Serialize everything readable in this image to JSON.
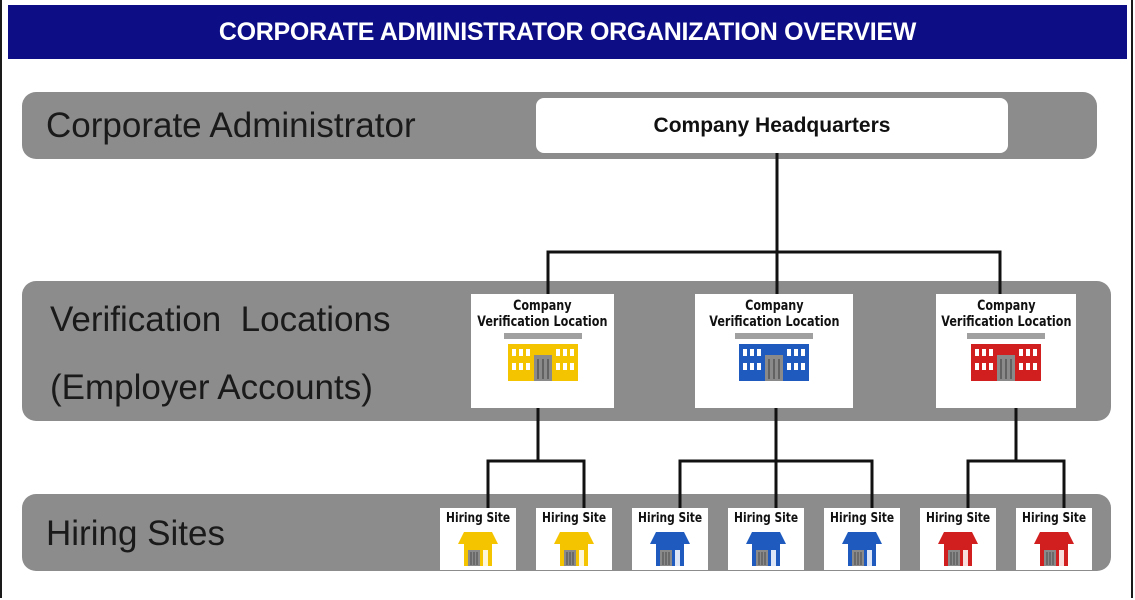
{
  "header": {
    "title": "CORPORATE ADMINISTRATOR ORGANIZATION OVERVIEW"
  },
  "tiers": {
    "corporate": {
      "label": "Corporate Administrator",
      "node": "Company Headquarters"
    },
    "verification": {
      "label_line1": "Verification  Locations",
      "label_line2": "(Employer Accounts)"
    },
    "hiring": {
      "label": "Hiring Sites"
    }
  },
  "locations": [
    {
      "line1": "Company",
      "line2": "Verification Location",
      "color": "#f5c400",
      "icon": "building-icon"
    },
    {
      "line1": "Company",
      "line2": "Verification Location",
      "color": "#1f5bbf",
      "icon": "building-icon"
    },
    {
      "line1": "Company",
      "line2": "Verification Location",
      "color": "#d11f1f",
      "icon": "building-icon"
    }
  ],
  "sites": [
    {
      "label": "Hiring Site",
      "color": "#f5c400",
      "icon": "house-icon"
    },
    {
      "label": "Hiring Site",
      "color": "#f5c400",
      "icon": "house-icon"
    },
    {
      "label": "Hiring Site",
      "color": "#1f5bbf",
      "icon": "house-icon"
    },
    {
      "label": "Hiring Site",
      "color": "#1f5bbf",
      "icon": "house-icon"
    },
    {
      "label": "Hiring Site",
      "color": "#1f5bbf",
      "icon": "house-icon"
    },
    {
      "label": "Hiring Site",
      "color": "#d11f1f",
      "icon": "house-icon"
    },
    {
      "label": "Hiring Site",
      "color": "#d11f1f",
      "icon": "house-icon"
    }
  ]
}
